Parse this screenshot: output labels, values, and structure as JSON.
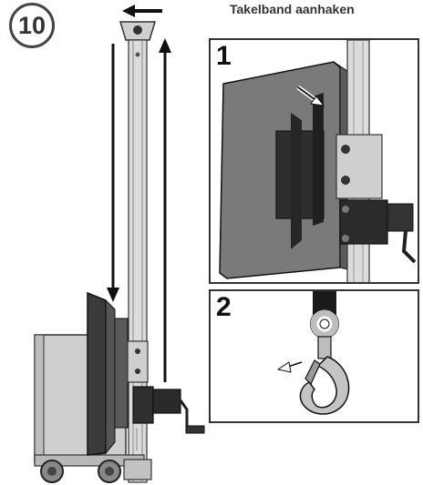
{
  "step_number": "10",
  "title": "Takelband aanhaken",
  "panels": [
    {
      "number": "1",
      "icon": "mount-bracket-closeup"
    },
    {
      "number": "2",
      "icon": "hook-latch-closeup"
    }
  ],
  "colors": {
    "steel": "#c7c7c7",
    "dark": "#2b2b2b",
    "outline": "#333333"
  }
}
